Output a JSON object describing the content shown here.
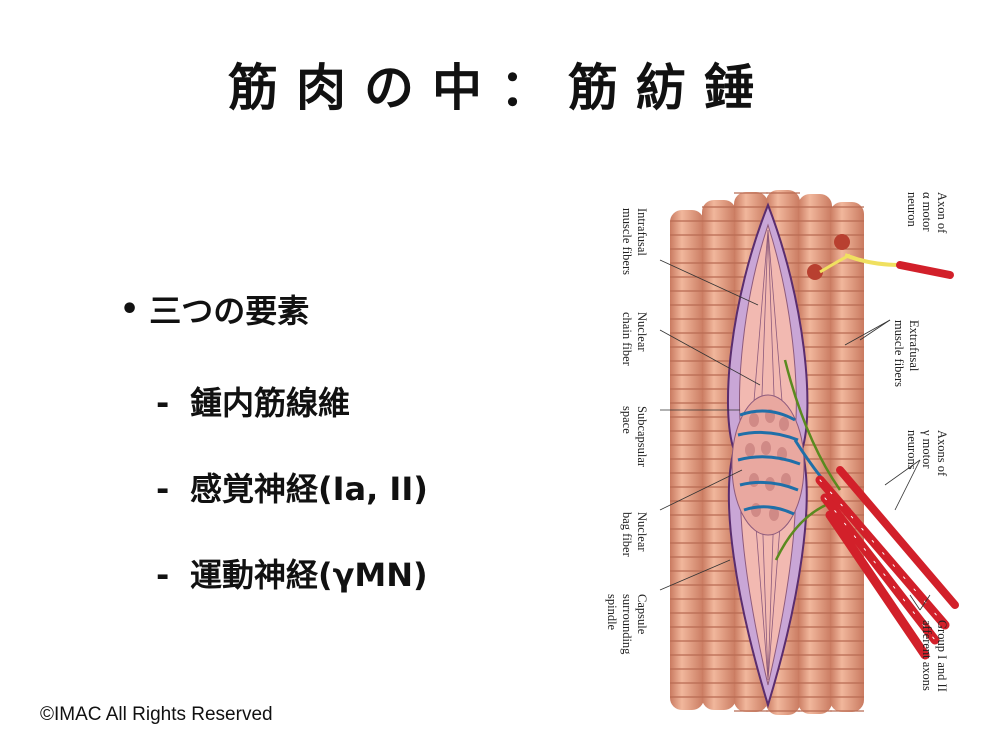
{
  "title": "筋肉の中：筋紡錘",
  "bullet": {
    "main": "三つの要素",
    "items": [
      "鍾内筋線維",
      "感覚神経(Ia, II)",
      "運動神経(γMN)"
    ],
    "dash": "-"
  },
  "footer": "©IMAC All Rights Reserved",
  "figure": {
    "labels": {
      "intrafusal": [
        "Intrafusal",
        "muscle fibers"
      ],
      "nuclear_chain": [
        "Nuclear",
        "chain fiber"
      ],
      "subcapsular": [
        "Subcapsular",
        "space"
      ],
      "nuclear_bag": [
        "Nuclear",
        "bag fiber"
      ],
      "capsule": [
        "Capsule",
        "surrounding",
        "spindle"
      ],
      "alpha_axon": [
        "Axon of",
        "α motor",
        "neuron"
      ],
      "extrafusal": [
        "Extrafusal",
        "muscle fibers"
      ],
      "gamma_axons": [
        "Axons of",
        "γ motor",
        "neurons"
      ],
      "afferent": [
        "Group I and II",
        "afferent axons"
      ]
    },
    "colors": {
      "muscle": "#e8a58a",
      "muscle_dark": "#c97a60",
      "capsule": "#c9a6d6",
      "intrafusal": "#f2b9b1",
      "nerve_blue": "#1f6fa8",
      "nerve_red": "#d2202a",
      "nerve_green": "#5a8a1f"
    }
  }
}
